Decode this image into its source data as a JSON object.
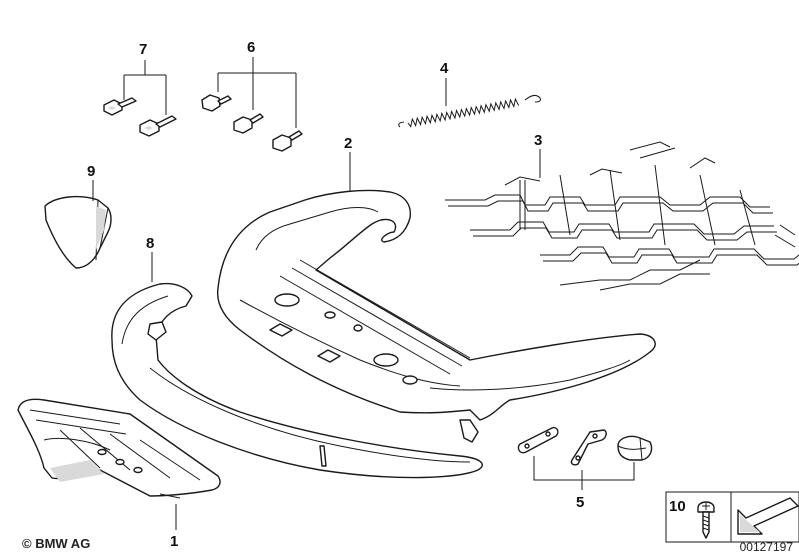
{
  "callouts": {
    "p1": "1",
    "p2": "2",
    "p3": "3",
    "p4": "4",
    "p5": "5",
    "p6": "6",
    "p7": "7",
    "p8": "8",
    "p9": "9",
    "p10": "10"
  },
  "footer": {
    "copyright": "© BMW AG",
    "diagram_id": "00127197"
  },
  "colors": {
    "line": "#1a1a1a",
    "shade": "#d9d9d9",
    "background": "#ffffff"
  }
}
